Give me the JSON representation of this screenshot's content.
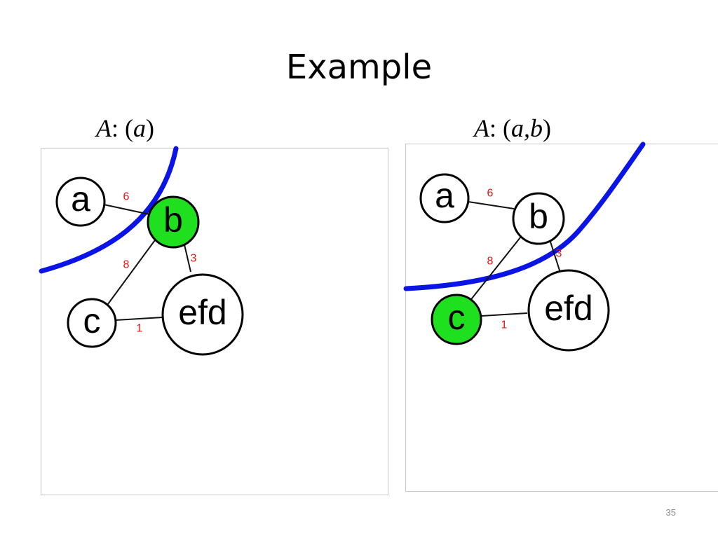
{
  "slide": {
    "title": "Example",
    "page_number": "35"
  },
  "colors": {
    "cut_line": "#0a14e6",
    "highlight_node": "#1ee01e",
    "node_fill": "#ffffff",
    "edge": "#111111",
    "weight_text": "#ee1111"
  },
  "panels": [
    {
      "caption": {
        "prefix": "A",
        "sep": ": (",
        "set": "a",
        "suffix": ")"
      },
      "nodes": [
        {
          "id": "a",
          "label": "a",
          "highlighted": false
        },
        {
          "id": "b",
          "label": "b",
          "highlighted": true
        },
        {
          "id": "c",
          "label": "c",
          "highlighted": false
        },
        {
          "id": "efd",
          "label": "efd",
          "highlighted": false
        }
      ],
      "edges": [
        {
          "from": "a",
          "to": "b",
          "weight": "6"
        },
        {
          "from": "b",
          "to": "c",
          "weight": "8"
        },
        {
          "from": "b",
          "to": "efd",
          "weight": "3"
        },
        {
          "from": "c",
          "to": "efd",
          "weight": "1"
        }
      ]
    },
    {
      "caption": {
        "prefix": "A",
        "sep": ": (",
        "set": "a,b",
        "suffix": ")"
      },
      "nodes": [
        {
          "id": "a",
          "label": "a",
          "highlighted": false
        },
        {
          "id": "b",
          "label": "b",
          "highlighted": false
        },
        {
          "id": "c",
          "label": "c",
          "highlighted": true
        },
        {
          "id": "efd",
          "label": "efd",
          "highlighted": false
        }
      ],
      "edges": [
        {
          "from": "a",
          "to": "b",
          "weight": "6"
        },
        {
          "from": "b",
          "to": "c",
          "weight": "8"
        },
        {
          "from": "b",
          "to": "efd",
          "weight": "3"
        },
        {
          "from": "c",
          "to": "efd",
          "weight": "1"
        }
      ]
    }
  ]
}
